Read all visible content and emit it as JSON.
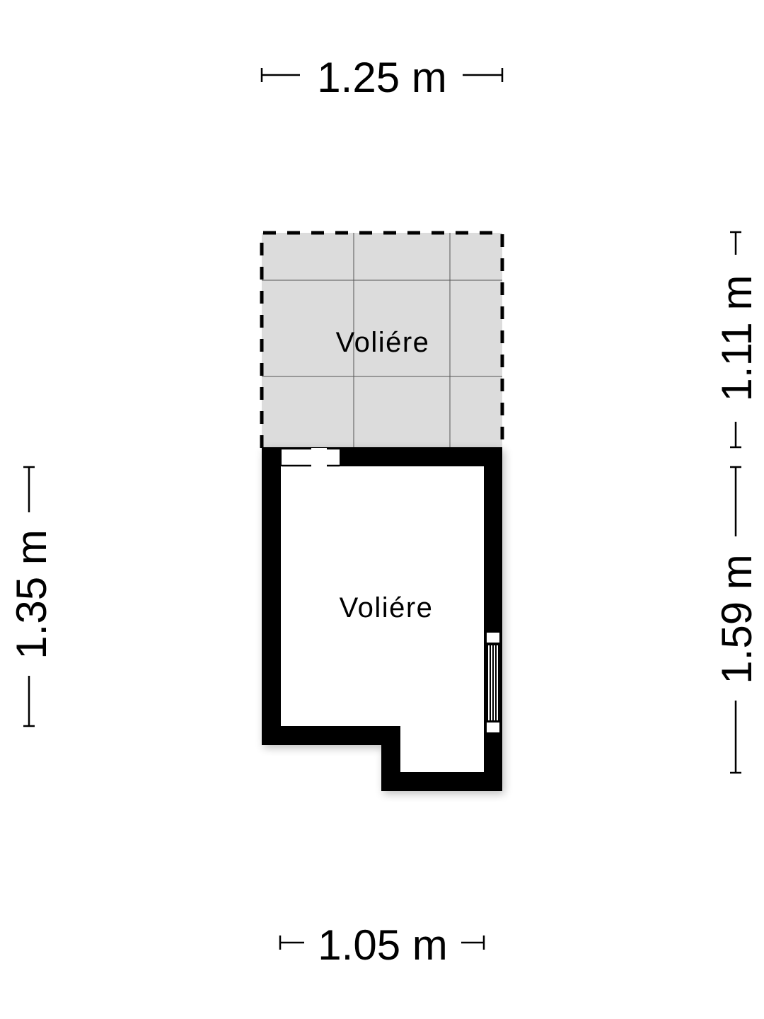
{
  "floorplan": {
    "rooms": [
      {
        "id": "outdoor",
        "label": "Voliére",
        "type": "outdoor-area",
        "fill": "#dcdcdc",
        "border": "dashed"
      },
      {
        "id": "indoor",
        "label": "Voliére",
        "type": "enclosed-room",
        "fill": "#ffffff",
        "border": "solid-wall"
      }
    ],
    "dimensions": {
      "top": "1.25 m",
      "bottom": "1.05 m",
      "left": "1.35 m",
      "right_upper": "1.11 m",
      "right_lower": "1.59 m"
    },
    "colors": {
      "wall": "#000000",
      "outdoor_fill": "#dcdcdc",
      "grid_line": "#555555",
      "background": "#ffffff"
    }
  }
}
